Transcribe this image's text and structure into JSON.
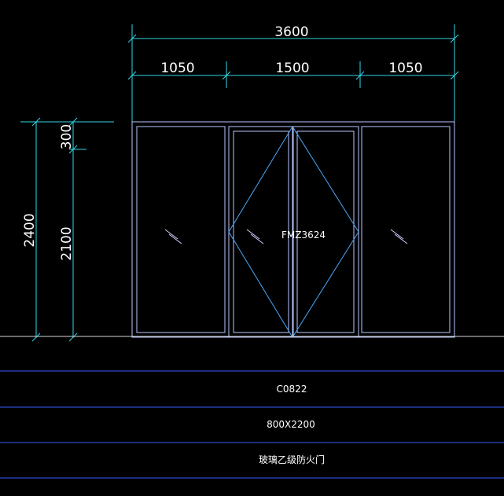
{
  "drawing": {
    "dimensions": {
      "total_width": "3600",
      "left_panel_width": "1050",
      "center_width": "1500",
      "right_panel_width": "1050",
      "total_height": "2400",
      "transom_height": "300",
      "door_height": "2100"
    },
    "door_label": "FMZ3624",
    "glass_mark": "//",
    "table": {
      "rows": [
        {
          "text": "C0822"
        },
        {
          "text": "800X2200"
        },
        {
          "text": "玻璃乙级防火门"
        }
      ]
    },
    "colors": {
      "background": "#000000",
      "frame": "#b8c8ff",
      "dimension": "#2fd8e8",
      "swing": "#4aa8ff",
      "table_line": "#3a5cff",
      "ground": "#d8d8d8",
      "text": "#ffffff"
    }
  }
}
